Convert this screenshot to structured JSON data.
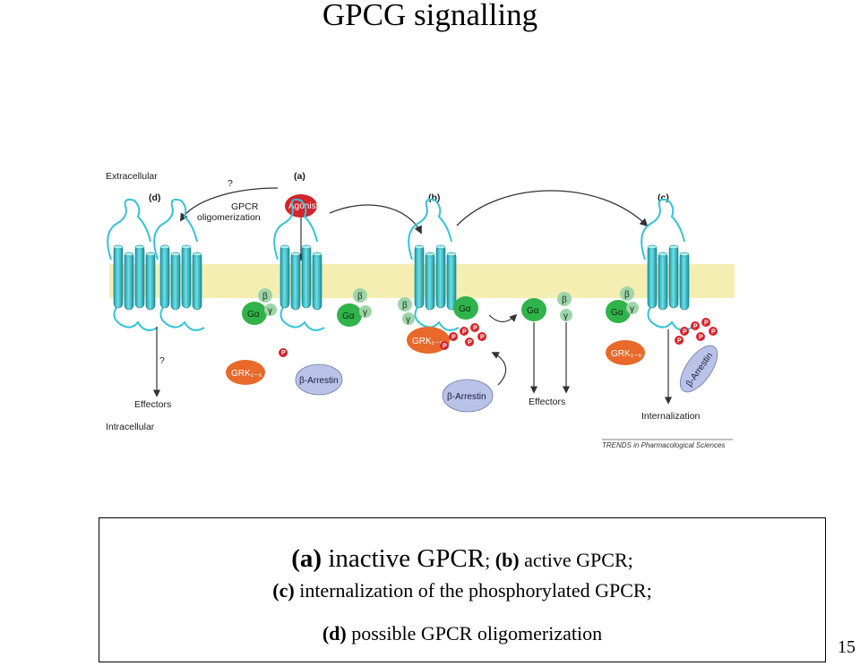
{
  "slide": {
    "title": "GPCG signalling",
    "page_number": "15"
  },
  "figure": {
    "labels": {
      "extracellular": "Extracellular",
      "intracellular": "Intracellular",
      "panel_a": "(a)",
      "panel_b": "(b)",
      "panel_c": "(c)",
      "panel_d": "(d)",
      "question_top": "?",
      "question_bottom": "?",
      "gpcr": "GPCR",
      "oligomerization": "oligomerization",
      "agonist": "Agonist",
      "effectors_left": "Effectors",
      "effectors_right": "Effectors",
      "internalization": "Internalization",
      "credit": "TRENDS in Pharmacological Sciences"
    },
    "proteins": {
      "g_alpha": "Gα",
      "g_beta": "β",
      "g_gamma": "γ",
      "grk": "GRK₁₋₆",
      "beta_arrestin": "β-Arrestin",
      "phosphate": "P"
    },
    "colors": {
      "membrane": "#f4eeb2",
      "receptor": "#3fc6cf",
      "receptor_loop": "#33c4d8",
      "g_alpha": "#2fb34a",
      "g_beta_gamma": "#9ed5a8",
      "grk": "#e8692a",
      "arrestin": "#b9c3e8",
      "phosphate": "#d8232a",
      "agonist": "#d4232b"
    }
  },
  "caption": {
    "line1_label": "(a)",
    "line1_text": " inactive GPCR",
    "line1_sep": "; ",
    "line1b_label": "(b)",
    "line1b_text": " active GPCR;",
    "line2_label": "(c)",
    "line2_text": " internalization of the phosphorylated GPCR;",
    "line3_label": "(d)",
    "line3_text": " possible GPCR oligomerization"
  }
}
